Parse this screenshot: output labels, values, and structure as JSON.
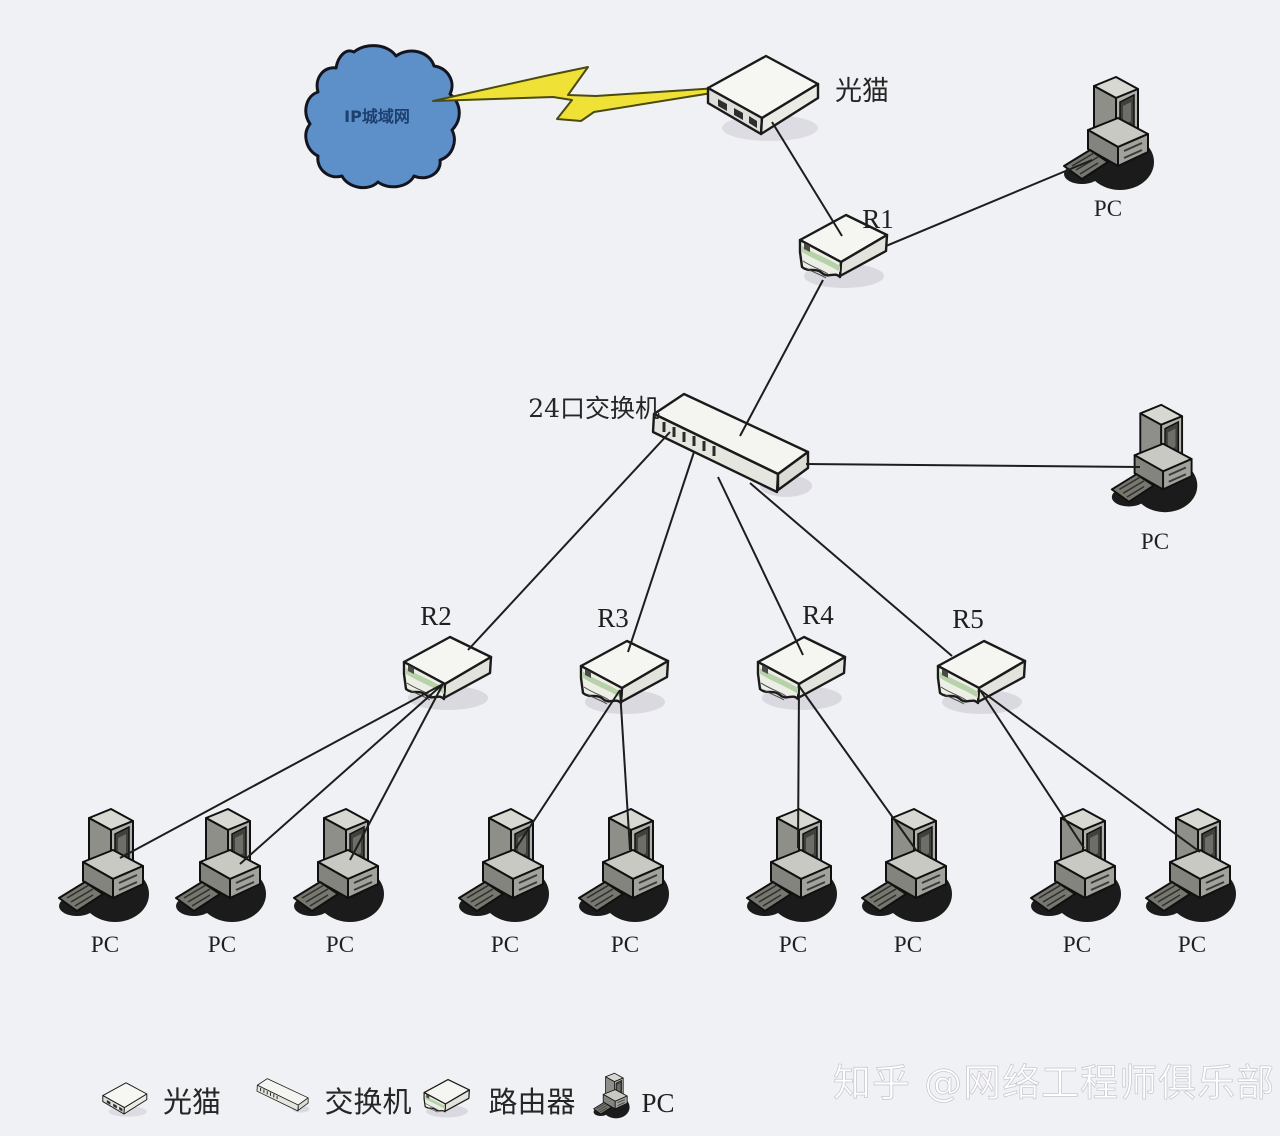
{
  "colors": {
    "background": "#f0f1f5",
    "cloud_fill": "#5d90c8",
    "cloud_stroke": "#14141f",
    "bolt_fill": "#efe135",
    "line": "#1d1d1d",
    "device_fill": "#f5f5f1",
    "router_stripe": "#b7d2a8",
    "pc_dark": "#1b1b1b",
    "watermark": "#ffffff"
  },
  "cloud": {
    "label": "IP城域网"
  },
  "modem": {
    "label": "光猫"
  },
  "switch": {
    "label": "24口交换机"
  },
  "routers": [
    {
      "label": "R1"
    },
    {
      "label": "R2"
    },
    {
      "label": "R3"
    },
    {
      "label": "R4"
    },
    {
      "label": "R5"
    }
  ],
  "pcs": {
    "top_right": "PC",
    "right": "PC",
    "bottom": [
      "PC",
      "PC",
      "PC",
      "PC",
      "PC",
      "PC",
      "PC",
      "PC",
      "PC"
    ]
  },
  "legend": {
    "items": [
      {
        "icon": "modem-icon",
        "label": "光猫"
      },
      {
        "icon": "switch-icon",
        "label": "交换机"
      },
      {
        "icon": "router-icon",
        "label": "路由器"
      },
      {
        "icon": "pc-icon",
        "label": "PC"
      }
    ]
  },
  "watermark": {
    "text": "知乎 @网络工程师俱乐部"
  }
}
